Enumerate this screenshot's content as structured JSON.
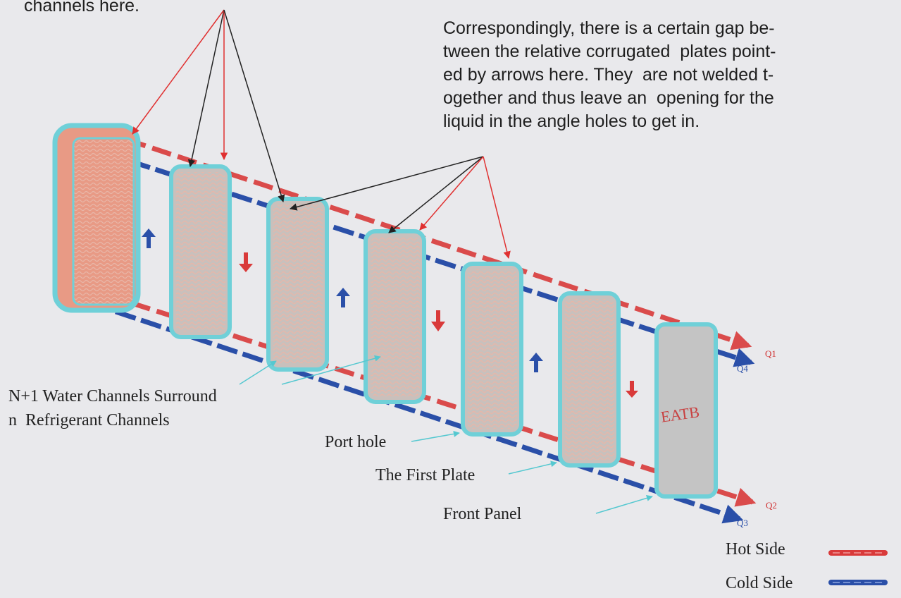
{
  "annotations": {
    "top_note": "channels here.",
    "gap_note_lines": [
      "Correspondingly, there is a certain gap be-",
      "tween the relative corrugated  plates point-",
      "ed by arrows here. They  are not welded t-",
      "ogether and thus leave an  opening for the",
      "liquid in the angle holes to get in."
    ],
    "water_note_lines": [
      "N+1 Water Channels Surround",
      "n  Refrigerant Channels"
    ],
    "port_hole": "Port hole",
    "first_plate": "The First Plate",
    "front_panel": "Front  Panel",
    "brand": "EATB"
  },
  "ports": {
    "q1": "Q1",
    "q2": "Q2",
    "q3": "Q3",
    "q4": "Q4"
  },
  "legend": {
    "hot_label": "Hot Side",
    "cold_label": "Cold Side"
  },
  "colors": {
    "background": "#e9e9ec",
    "hot": "#d93a3a",
    "cold": "#2a4fa8",
    "plate_rim": "#6fd0d8",
    "plate_fill": "#c9c6c6",
    "leader_red": "#e03030",
    "leader_black": "#222222",
    "leader_cyan": "#55c8d0"
  }
}
